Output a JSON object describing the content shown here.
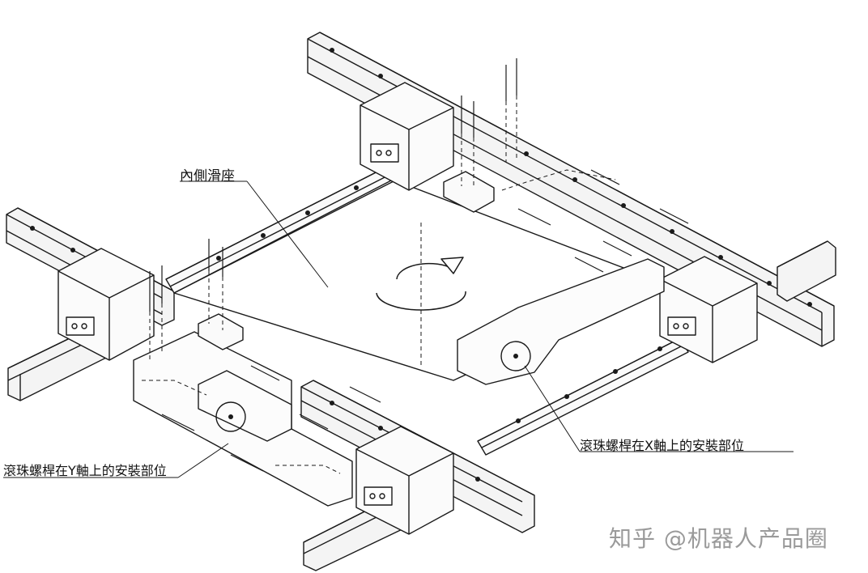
{
  "labels": {
    "inner_slider": "內側滑座",
    "y_axis_mount": "滾珠螺桿在Y軸上的安裝部位",
    "x_axis_mount": "滾珠螺桿在X軸上的安裝部位"
  },
  "watermark": "知乎 @机器人产品圈",
  "colors": {
    "line": "#1a1a1a",
    "background": "#ffffff",
    "watermark": "#9a9a9a"
  }
}
